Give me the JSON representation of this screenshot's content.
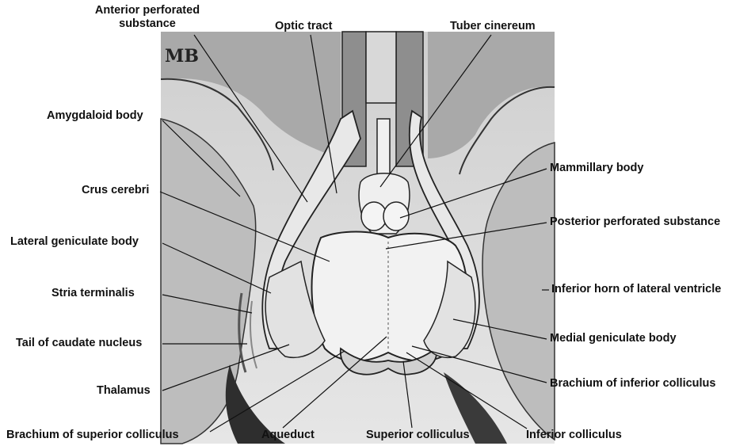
{
  "figure": {
    "signature": "MB",
    "labels": {
      "anterior_perforated_substance": "Anterior perforated substance",
      "optic_tract": "Optic tract",
      "tuber_cinereum": "Tuber cinereum",
      "amygdaloid_body": "Amygdaloid body",
      "mammillary_body": "Mammillary body",
      "crus_cerebri": "Crus cerebri",
      "posterior_perforated_substance": "Posterior perforated substance",
      "lateral_geniculate_body": "Lateral geniculate body",
      "inferior_horn_of_lateral_ventricle": "Inferior horn of lateral ventricle",
      "stria_terminalis": "Stria terminalis",
      "medial_geniculate_body": "Medial geniculate body",
      "tail_of_caudate_nucleus": "Tail of caudate nucleus",
      "brachium_of_inferior_colliculus": "Brachium of inferior colliculus",
      "thalamus": "Thalamus",
      "brachium_of_superior_colliculus": "Brachium of superior colliculus",
      "aqueduct": "Aqueduct",
      "superior_colliculus": "Superior colliculus",
      "inferior_colliculus": "Inferior colliculus"
    }
  }
}
